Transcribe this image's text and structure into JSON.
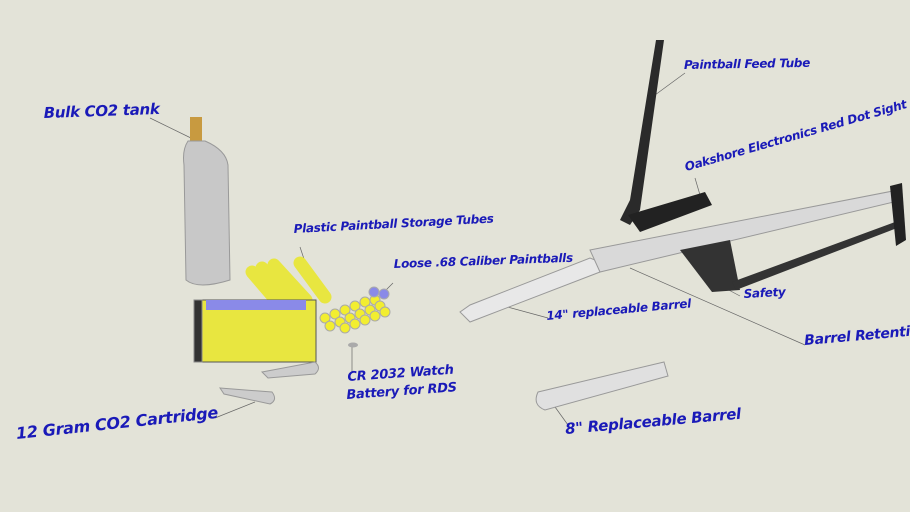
{
  "labels": {
    "bulk_tank": "Bulk CO2 tank",
    "storage_tubes": "Plastic Paintball Storage Tubes",
    "loose_paintballs": "Loose .68 Caliber Paintballs",
    "battery_line1": "CR 2032 Watch",
    "battery_line2": "Battery for RDS",
    "cartridge": "12 Gram CO2 Cartridge",
    "feed_tube": "Paintball Feed Tube",
    "red_dot": "Oakshore Electronics Red Dot Sight",
    "safety": "Safety",
    "barrel_14": "14\" replaceable Barrel",
    "barrel_retention": "Barrel Retention",
    "barrel_8": "8\" Replaceable Barrel"
  },
  "colors": {
    "label": "#1a1ab8",
    "background": "#e3e3d8",
    "paintball": "#f2ee30",
    "paintball_blue": "#8a8ae8"
  }
}
